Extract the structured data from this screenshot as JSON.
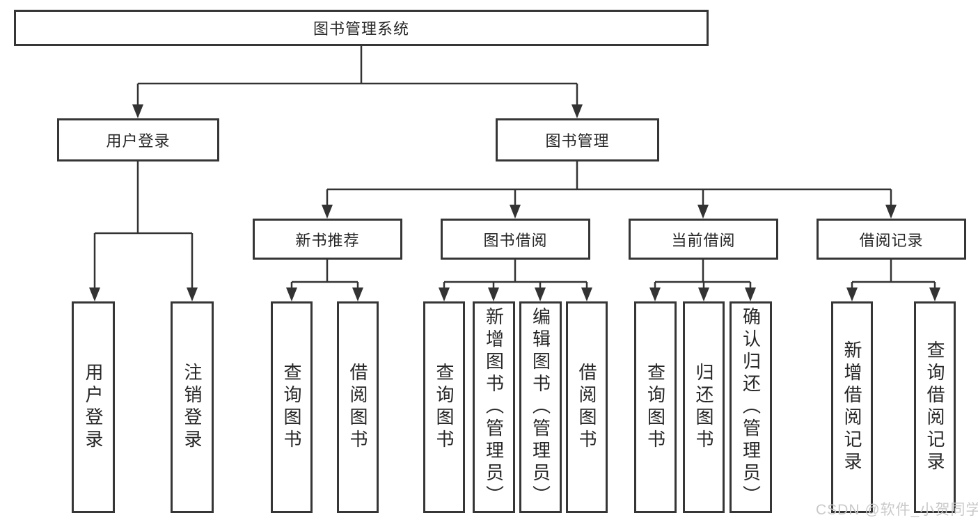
{
  "diagram": {
    "root": {
      "label": "图书管理系统"
    },
    "children": [
      {
        "label": "用户登录",
        "children": [
          {
            "label": "用户登录"
          },
          {
            "label": "注销登录"
          }
        ]
      },
      {
        "label": "图书管理",
        "children": [
          {
            "label": "新书推荐",
            "children": [
              {
                "label": "查询图书"
              },
              {
                "label": "借阅图书"
              }
            ]
          },
          {
            "label": "图书借阅",
            "children": [
              {
                "label": "查询图书"
              },
              {
                "label": "新增图书（管理员）"
              },
              {
                "label": "编辑图书（管理员）"
              },
              {
                "label": "借阅图书"
              }
            ]
          },
          {
            "label": "当前借阅",
            "children": [
              {
                "label": "查询图书"
              },
              {
                "label": "归还图书"
              },
              {
                "label": "确认归还（管理员）"
              }
            ]
          },
          {
            "label": "借阅记录",
            "children": [
              {
                "label": "新增借阅记录"
              },
              {
                "label": "查询借阅记录"
              }
            ]
          }
        ]
      }
    ]
  },
  "watermark": {
    "text": "CSDN @软件_小贺同学"
  },
  "colors": {
    "line": "#333333",
    "border": "#363636",
    "text": "#262626",
    "watermark": "#c9c9c9",
    "background": "#ffffff"
  }
}
